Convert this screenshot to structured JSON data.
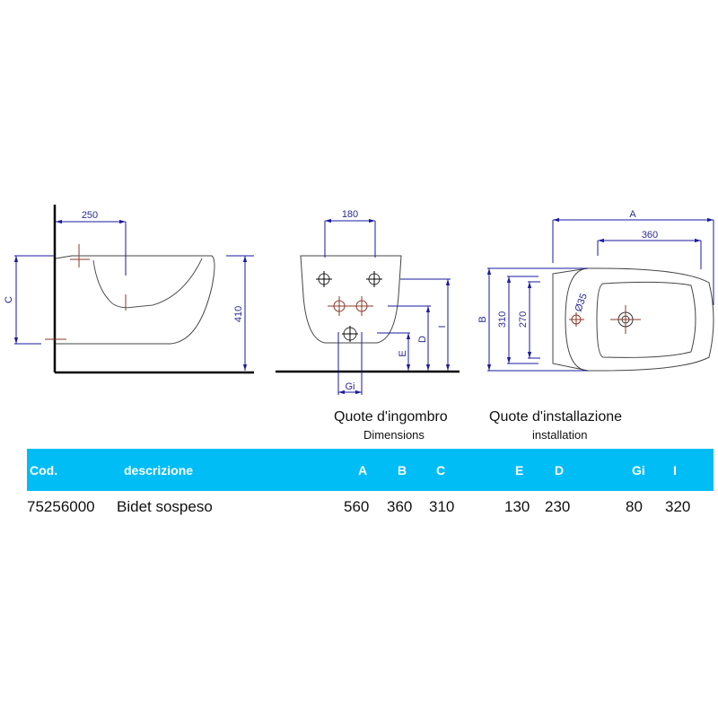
{
  "drawings": {
    "side_view": {
      "dim_width": "250",
      "dim_height": "410",
      "dim_c": "C"
    },
    "front_view": {
      "dim_width": "180",
      "dim_i": "I",
      "dim_d": "D",
      "dim_e": "E",
      "dim_gi": "Gi"
    },
    "top_view": {
      "dim_a": "A",
      "dim_360": "360",
      "dim_b": "B",
      "dim_310": "310",
      "dim_270": "270",
      "dim_hole": "Ø35"
    }
  },
  "captions": {
    "ingombro": "Quote d'ingombro",
    "dimensions": "Dimensions",
    "installazione": "Quote d'installazione",
    "installation": "installation"
  },
  "table": {
    "header_color": "#00bdf6",
    "headers": [
      "Cod.",
      "descrizione",
      "A",
      "B",
      "C",
      "E",
      "D",
      "Gi",
      "I"
    ],
    "rows": [
      [
        "75256000",
        "Bidet sospeso",
        "560",
        "360",
        "310",
        "130",
        "230",
        "80",
        "320"
      ]
    ]
  }
}
